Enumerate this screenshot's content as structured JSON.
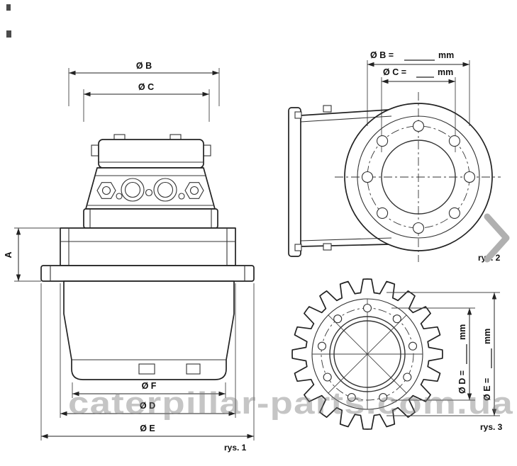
{
  "figure1": {
    "caption": "rys. 1",
    "dims": {
      "b": "Ø B",
      "c": "Ø C",
      "a": "A",
      "f": "Ø F",
      "d": "Ø D",
      "e": "Ø E"
    }
  },
  "figure2": {
    "caption": "rys. 2",
    "dim_b": {
      "label": "Ø B =",
      "unit": "mm"
    },
    "dim_c": {
      "label": "Ø C =",
      "unit": "mm"
    }
  },
  "figure3": {
    "caption": "rys. 3",
    "dim_d": {
      "label": "Ø D =",
      "unit": "mm"
    },
    "dim_e": {
      "label": "Ø E =",
      "unit": "mm"
    }
  },
  "watermark": "caterpillar-parts.com.ua",
  "icons": {
    "next_arrow": "chevron-right-icon"
  },
  "colors": {
    "line": "#222222",
    "chevron": "#b0b0b0",
    "watermark": "#777777"
  }
}
